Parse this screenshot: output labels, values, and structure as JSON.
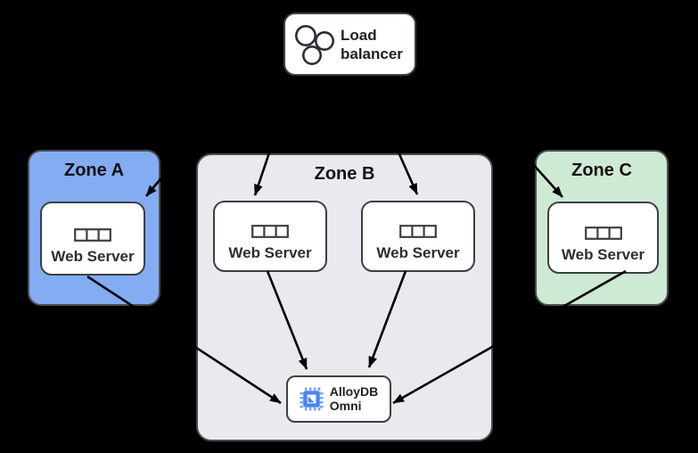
{
  "canvas": {
    "background": "#000000"
  },
  "load_balancer": {
    "label": "Load balancer",
    "icon": "load-balancer-circles-icon"
  },
  "zones": [
    {
      "id": "zone-a",
      "label": "Zone A",
      "fill": "#84ACF3",
      "web_servers": [
        "Web Server"
      ]
    },
    {
      "id": "zone-b",
      "label": "Zone B",
      "fill": "#E9EAED",
      "web_servers": [
        "Web Server",
        "Web Server"
      ],
      "database": {
        "label": "AlloyDB Omni",
        "lines": [
          "AlloyDB",
          "Omni"
        ],
        "icon": "alloydb-chip-icon"
      }
    },
    {
      "id": "zone-c",
      "label": "Zone C",
      "fill": "#CEE9D4",
      "web_servers": [
        "Web Server"
      ]
    }
  ],
  "colors": {
    "arrow": "#000000",
    "node_fill": "#FFFFFF",
    "node_border": "#3C4043",
    "zone_border": "#4A4D52",
    "accent_blue": "#4C84F0",
    "text": "#202124"
  }
}
